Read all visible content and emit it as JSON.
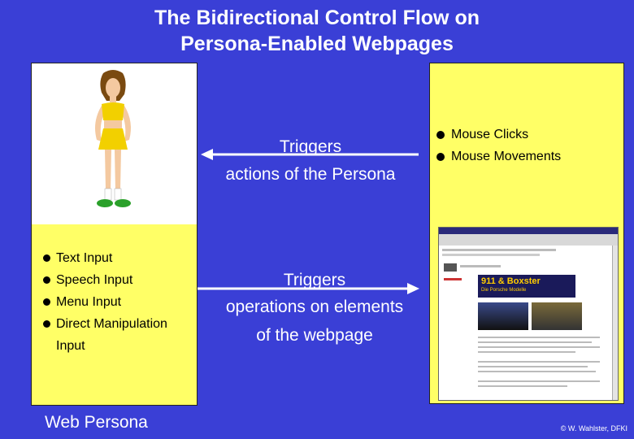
{
  "title_line1": "The Bidirectional Control Flow on",
  "title_line2": "Persona-Enabled Webpages",
  "top_flow": {
    "line1": "Triggers",
    "line2": "actions of the Persona"
  },
  "bottom_flow": {
    "line1": "Triggers",
    "line2": "operations on elements",
    "line3": "of the webpage"
  },
  "left_inputs": {
    "items": [
      "Text Input",
      "Speech Input",
      "Menu Input",
      "Direct Manipulation"
    ],
    "continuation": "Input"
  },
  "right_events": {
    "items": [
      "Mouse Clicks",
      "Mouse Movements"
    ]
  },
  "web_persona_label": "Web Persona",
  "browser_page": {
    "headline": "911 & Boxster",
    "subheadline": "Die Porsche Modelle"
  },
  "copyright": "© W. Wahlster, DFKI",
  "colors": {
    "background": "#3a3fd6",
    "panel": "#ffff66",
    "text_light": "#ffffff"
  }
}
